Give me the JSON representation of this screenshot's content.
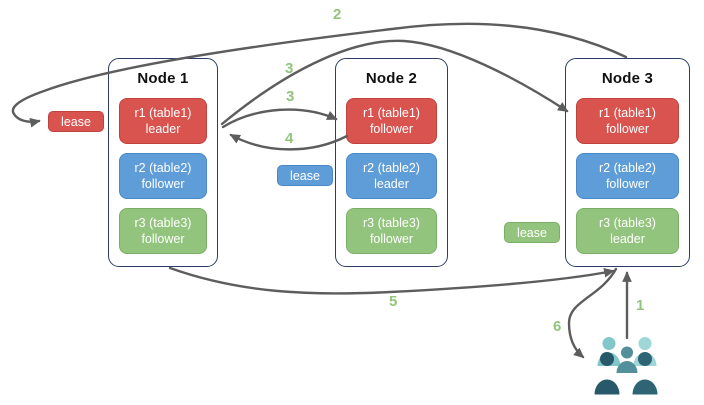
{
  "diagram": {
    "nodes": [
      {
        "title": "Node 1",
        "replicas": [
          {
            "name": "r1 (table1)",
            "role": "leader",
            "color": "red"
          },
          {
            "name": "r2 (table2)",
            "role": "follower",
            "color": "blue"
          },
          {
            "name": "r3 (table3)",
            "role": "follower",
            "color": "green"
          }
        ]
      },
      {
        "title": "Node 2",
        "replicas": [
          {
            "name": "r1 (table1)",
            "role": "follower",
            "color": "red"
          },
          {
            "name": "r2 (table2)",
            "role": "leader",
            "color": "blue"
          },
          {
            "name": "r3 (table3)",
            "role": "follower",
            "color": "green"
          }
        ]
      },
      {
        "title": "Node 3",
        "replicas": [
          {
            "name": "r1 (table1)",
            "role": "follower",
            "color": "red"
          },
          {
            "name": "r2 (table2)",
            "role": "follower",
            "color": "blue"
          },
          {
            "name": "r3 (table3)",
            "role": "leader",
            "color": "green"
          }
        ]
      }
    ],
    "leases": [
      {
        "label": "lease",
        "color": "red"
      },
      {
        "label": "lease",
        "color": "blue"
      },
      {
        "label": "lease",
        "color": "green"
      }
    ],
    "steps": {
      "s1": "1",
      "s2": "2",
      "s3_top": "3",
      "s3_mid": "3",
      "s4": "4",
      "s5": "5",
      "s6": "6"
    },
    "icons": {
      "users_group": "users-group-icon"
    },
    "colors": {
      "replica_red": "#d9534f",
      "replica_blue": "#5f9dd8",
      "replica_green": "#93c47d",
      "node_border": "#2c3e66",
      "arrow": "#5d5d5d",
      "step_label": "#93c47d",
      "users_icon": [
        "#82c7c9",
        "#9fd6d8",
        "#54909b",
        "#27596b",
        "#2f6475"
      ]
    }
  }
}
